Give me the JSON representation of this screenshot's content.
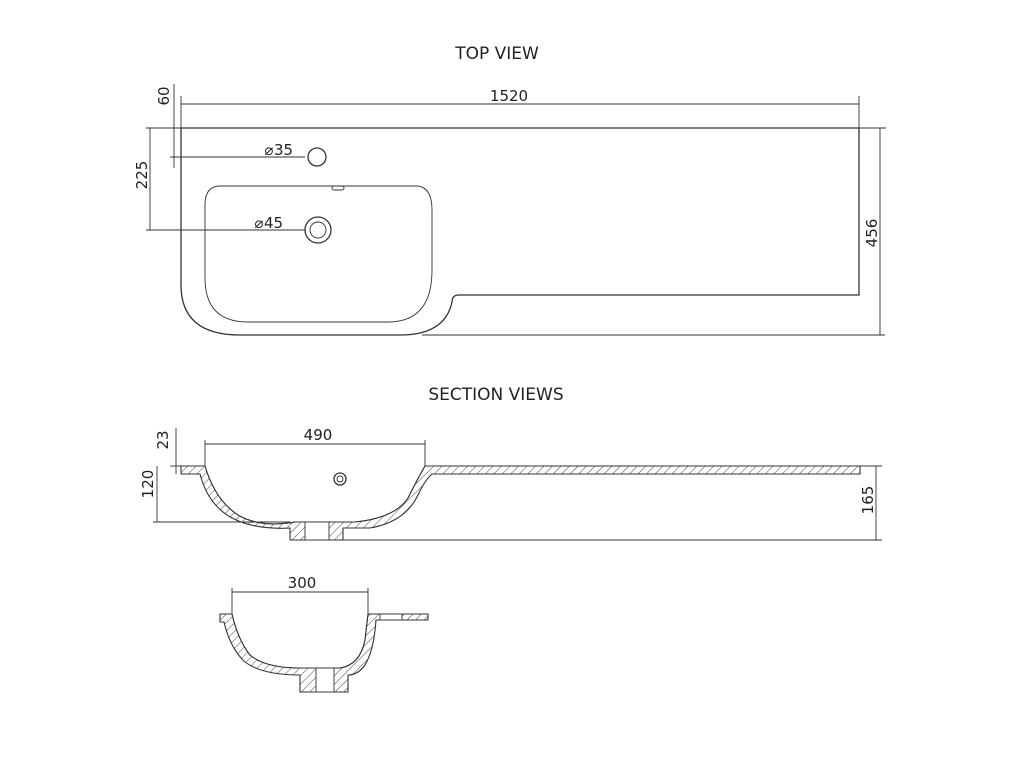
{
  "views": {
    "top_title": "TOP VIEW",
    "section_title": "SECTION VIEWS"
  },
  "top_view": {
    "overall_length": "1520",
    "tap_hole_offset": "60",
    "waste_offset": "225",
    "tap_hole_diameter": "35",
    "waste_diameter": "45",
    "overall_depth": "456"
  },
  "section_long": {
    "bowl_width": "490",
    "lip_height": "23",
    "bowl_depth": "120",
    "overall_height": "165"
  },
  "section_short": {
    "bowl_width": "300"
  },
  "symbols": {
    "diameter": "⌀"
  }
}
